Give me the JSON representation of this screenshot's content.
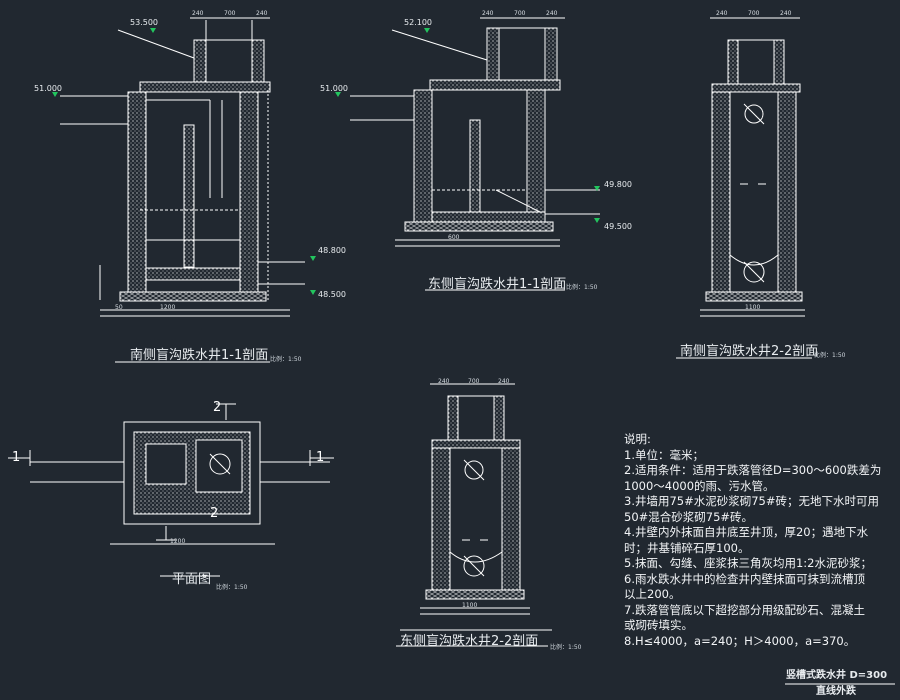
{
  "sections": {
    "south_1_1": {
      "title": "南侧盲沟跌水井1-1剖面",
      "scale": "比例：1:50"
    },
    "east_1_1": {
      "title": "东侧盲沟跌水井1-1剖面",
      "scale": "比例：1:50"
    },
    "s_2_2": {
      "title": "南侧盲沟跌水井2-2剖面",
      "scale": "比例：1:50"
    },
    "plan": {
      "title": "平面图",
      "scale": "比例：1:50"
    },
    "east_2_2": {
      "title": "东侧盲沟跌水井2-2剖面",
      "scale": "比例：1:50"
    }
  },
  "elevations": {
    "south_top": "53.500",
    "south_in": "51.000",
    "south_out_1": "48.800",
    "south_out_2": "48.500",
    "east_top": "52.100",
    "east_in": "51.000",
    "east_out_1": "49.800",
    "east_out_2": "49.500"
  },
  "dims": {
    "d240": "240",
    "d700": "700",
    "d50": "50",
    "d1200": "1200",
    "d600": "600",
    "d1100": "1100"
  },
  "section_markers": {
    "one_left": "1",
    "one_right": "1",
    "two_top": "2",
    "two_bottom": "2"
  },
  "notes": {
    "heading": "说明:",
    "items": [
      "1.单位：毫米；",
      "2.适用条件：适用于跌落管径D=300～600跌差为",
      "   1000～4000的雨、污水管。",
      "3.井墙用75#水泥砂浆砌75#砖；无地下水时可用",
      "   50#混合砂浆砌75#砖。",
      "4.井壁内外抹面自井底至井顶，厚20；遇地下水",
      "   时；井基铺碎石厚100。",
      "5.抹面、勾缝、座浆抹三角灰均用1:2水泥砂浆；",
      "6.雨水跌水井中的检查井内壁抹面可抹到流槽顶",
      "   以上200。",
      "7.跌落管管底以下超挖部分用级配砂石、混凝土",
      "   或砌砖填实。",
      "8.H≤4000，a=240；H＞4000，a=370。"
    ]
  },
  "drawing_title": {
    "line1": "竖槽式跌水井 D=300",
    "line2": "直线外跌"
  },
  "colors": {
    "background": "#212830",
    "lines": "#ffffff",
    "elev_marker": "#22c55e"
  }
}
